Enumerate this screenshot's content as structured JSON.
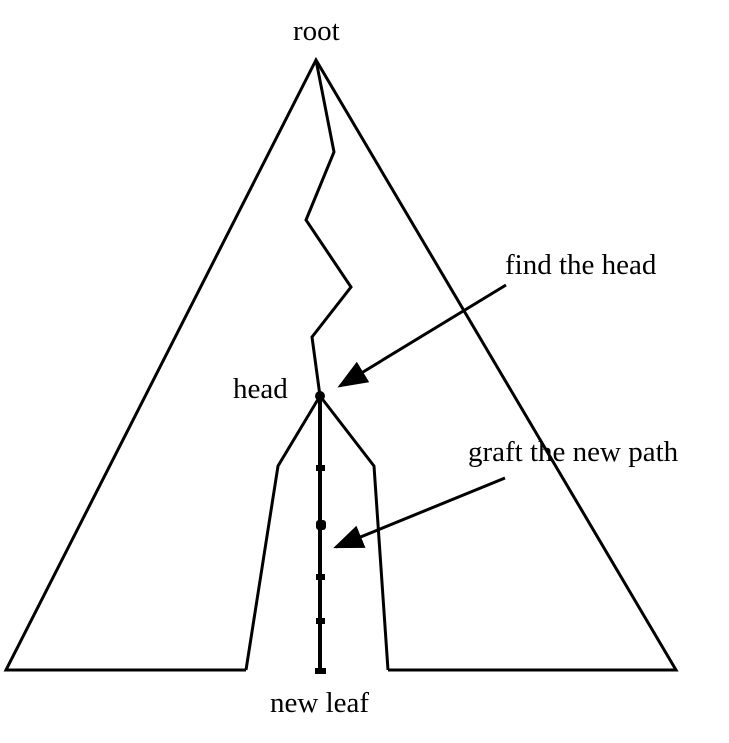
{
  "labels": {
    "root": "root",
    "find_head": "find the head",
    "head": "head",
    "graft_path": "graft the new path",
    "new_leaf": "new leaf"
  },
  "colors": {
    "stroke": "#000000",
    "background": "#ffffff"
  }
}
